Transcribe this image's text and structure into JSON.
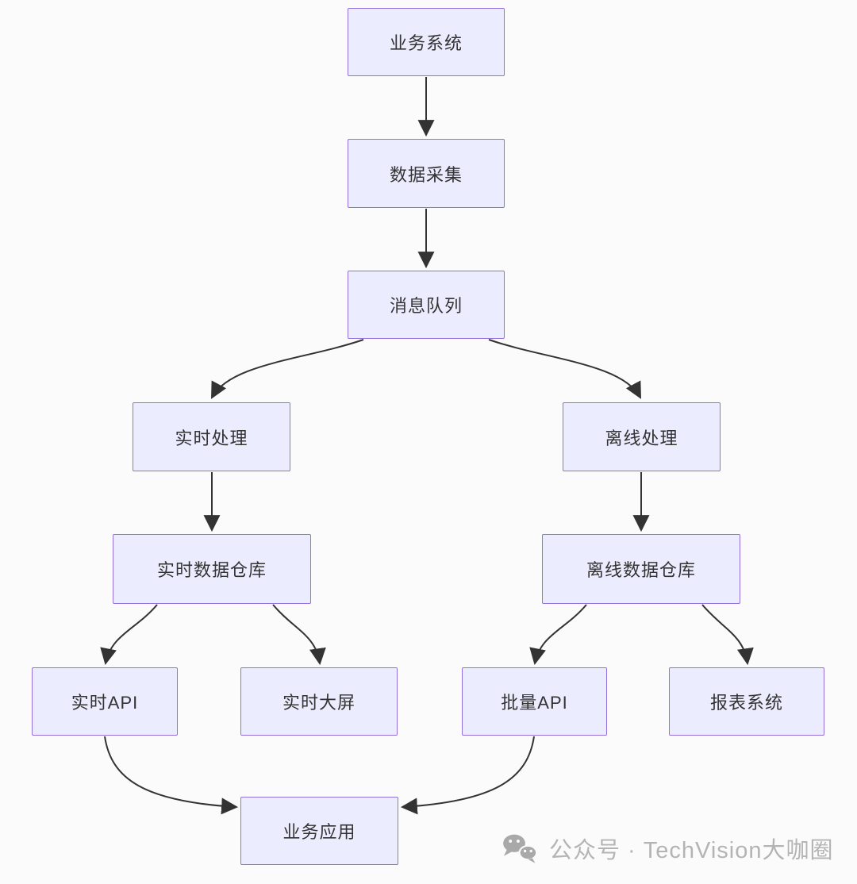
{
  "diagram": {
    "type": "flowchart",
    "direction": "top-down",
    "nodes": [
      {
        "id": "business-system",
        "label": "业务系统"
      },
      {
        "id": "data-collection",
        "label": "数据采集"
      },
      {
        "id": "message-queue",
        "label": "消息队列"
      },
      {
        "id": "realtime-processing",
        "label": "实时处理"
      },
      {
        "id": "offline-processing",
        "label": "离线处理"
      },
      {
        "id": "realtime-warehouse",
        "label": "实时数据仓库"
      },
      {
        "id": "offline-warehouse",
        "label": "离线数据仓库"
      },
      {
        "id": "realtime-api",
        "label": "实时API"
      },
      {
        "id": "realtime-dashboard",
        "label": "实时大屏"
      },
      {
        "id": "batch-api",
        "label": "批量API"
      },
      {
        "id": "report-system",
        "label": "报表系统"
      },
      {
        "id": "business-application",
        "label": "业务应用"
      }
    ],
    "edges": [
      {
        "from": "business-system",
        "to": "data-collection"
      },
      {
        "from": "data-collection",
        "to": "message-queue"
      },
      {
        "from": "message-queue",
        "to": "realtime-processing"
      },
      {
        "from": "message-queue",
        "to": "offline-processing"
      },
      {
        "from": "realtime-processing",
        "to": "realtime-warehouse"
      },
      {
        "from": "offline-processing",
        "to": "offline-warehouse"
      },
      {
        "from": "realtime-warehouse",
        "to": "realtime-api"
      },
      {
        "from": "realtime-warehouse",
        "to": "realtime-dashboard"
      },
      {
        "from": "offline-warehouse",
        "to": "batch-api"
      },
      {
        "from": "offline-warehouse",
        "to": "report-system"
      },
      {
        "from": "realtime-api",
        "to": "business-application"
      },
      {
        "from": "batch-api",
        "to": "business-application"
      }
    ],
    "colors": {
      "node_fill": "#ECECFF",
      "node_border": "#9370DB",
      "edge": "#333333",
      "text": "#333333",
      "background": "#FBFBFB"
    }
  },
  "watermark": {
    "icon": "wechat-icon",
    "text": "公众号 · TechVision大咖圈",
    "color": "#B4B4B4"
  }
}
